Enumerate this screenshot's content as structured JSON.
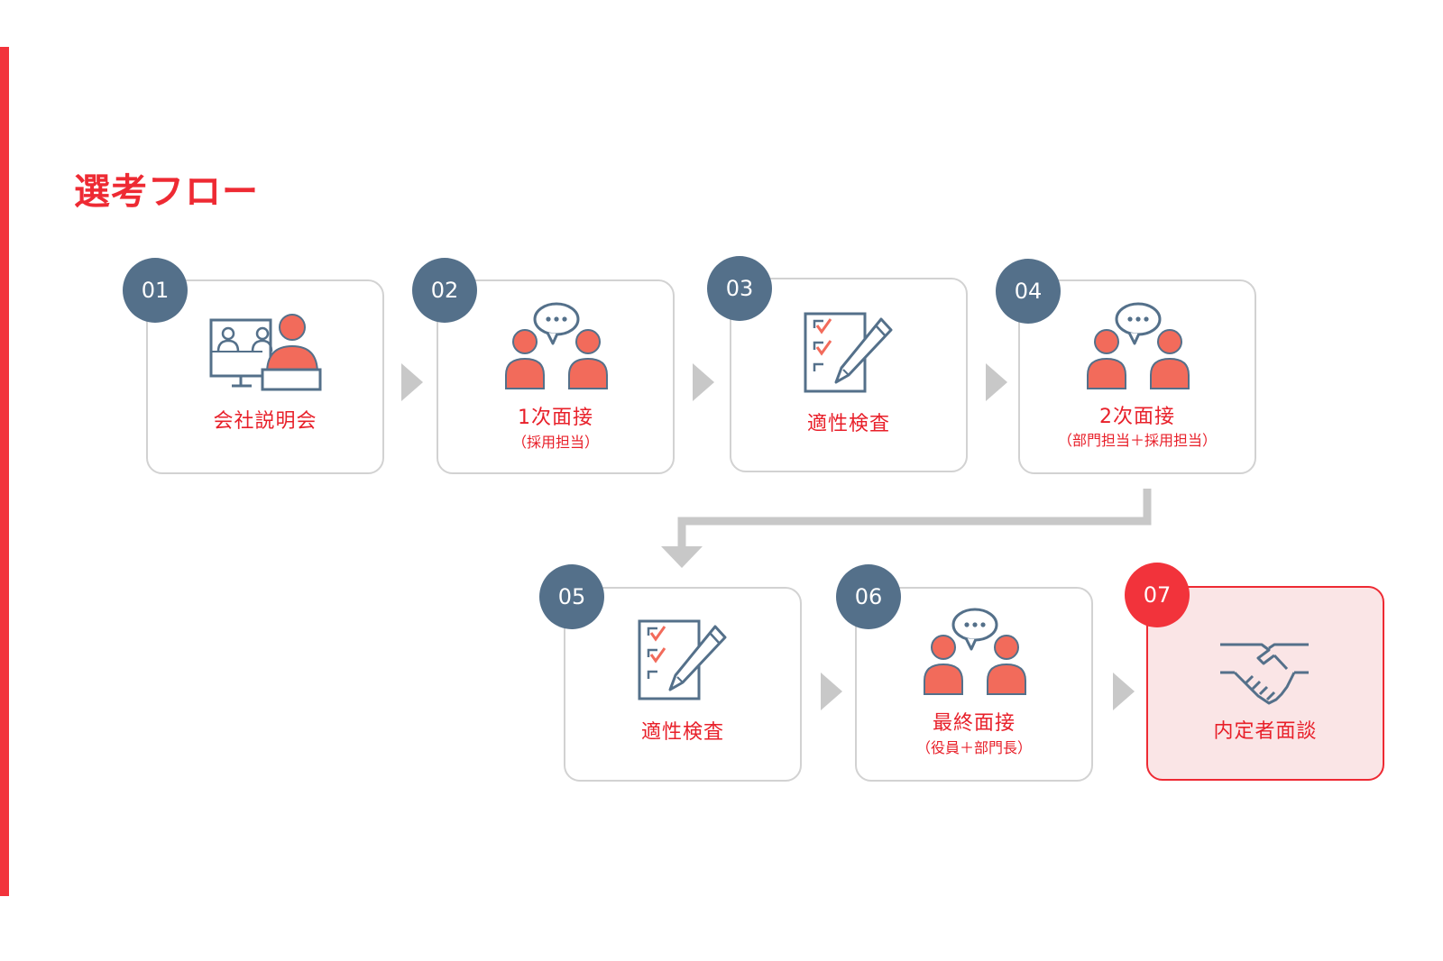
{
  "title": "選考フロー",
  "steps": [
    {
      "number": "01",
      "label": "会社説明会",
      "icon": "online-briefing-icon"
    },
    {
      "number": "02",
      "label": "1次面接",
      "sub": "（採用担当）",
      "icon": "interview-icon"
    },
    {
      "number": "03",
      "label": "適性検査",
      "icon": "checklist-icon"
    },
    {
      "number": "04",
      "label": "2次面接",
      "sub": "（部門担当＋採用担当）",
      "icon": "interview-icon"
    },
    {
      "number": "05",
      "label": "適性検査",
      "icon": "checklist-icon"
    },
    {
      "number": "06",
      "label": "最終面接",
      "sub": "（役員＋部門長）",
      "icon": "interview-icon"
    },
    {
      "number": "07",
      "label": "内定者面談",
      "icon": "handshake-icon"
    }
  ],
  "colors": {
    "accent": "#ee2a33",
    "badge": "#54708a",
    "icon_fill": "#f26b5b",
    "arrow": "#c8c8c8",
    "final_bg": "#fae5e6"
  }
}
